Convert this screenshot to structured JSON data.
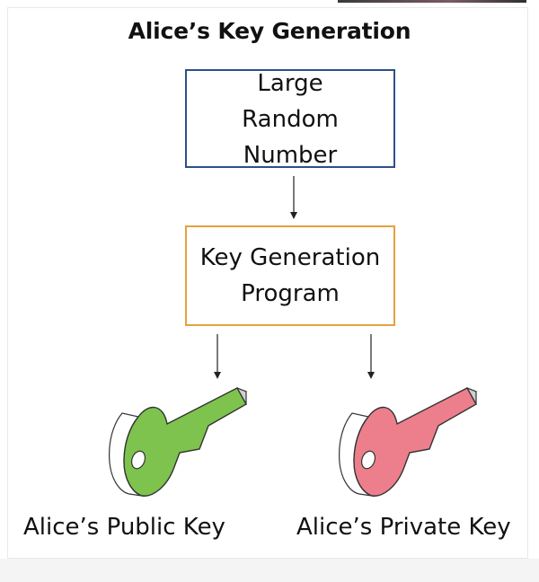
{
  "diagram": {
    "title": "Alice’s Key Generation",
    "random_box": {
      "lines": [
        "Large",
        "Random",
        "Number"
      ],
      "border_color": "#2f4e87"
    },
    "keygen_box": {
      "lines": [
        "Key Generation",
        "Program"
      ],
      "border_color": "#e4a13c"
    },
    "public_key": {
      "label": "Alice’s Public Key",
      "color": "#7dc34d",
      "icon": "key-icon"
    },
    "private_key": {
      "label": "Alice’s Private Key",
      "color": "#ec7f8b",
      "icon": "key-icon"
    }
  }
}
